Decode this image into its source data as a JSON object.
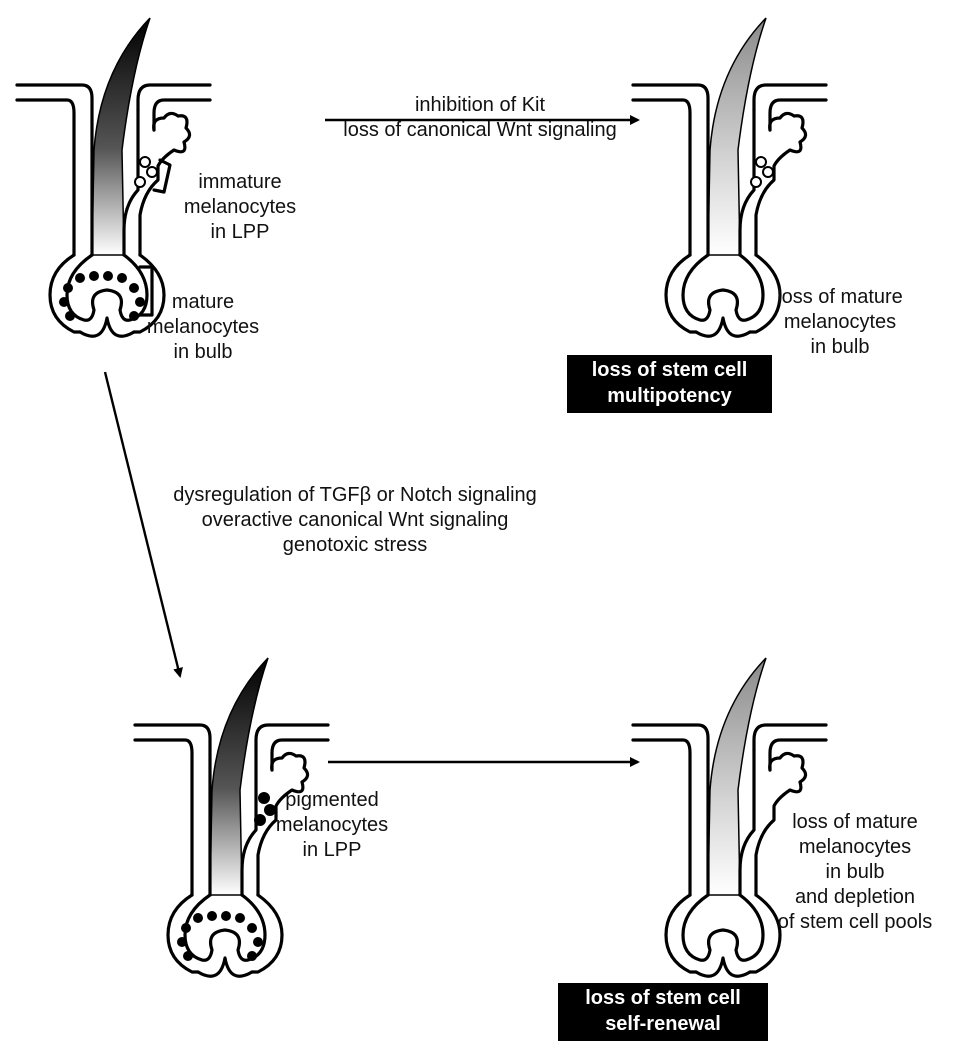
{
  "arrows": {
    "top_horizontal": {
      "line1": "inhibition of Kit",
      "line2": "loss of canonical Wnt signaling"
    },
    "diagonal": {
      "line1": "dysregulation of TGFβ or Notch signaling",
      "line2": "overactive canonical Wnt signaling",
      "line3": "genotoxic stress"
    }
  },
  "follicles": {
    "top_left": {
      "label_lpp": {
        "line1": "immature",
        "line2": "melanocytes",
        "line3": "in LPP"
      },
      "label_bulb": {
        "line1": "mature",
        "line2": "melanocytes",
        "line3": "in bulb"
      }
    },
    "top_right": {
      "label_bulb": {
        "line1": "loss of mature",
        "line2": "melanocytes",
        "line3": "in bulb"
      },
      "outcome": {
        "line1": "loss of stem cell",
        "line2": "multipotency"
      }
    },
    "bottom_left": {
      "label_lpp": {
        "line1": "pigmented",
        "line2": "melanocytes",
        "line3": "in LPP"
      }
    },
    "bottom_right": {
      "label_bulb": {
        "line1": "loss of mature",
        "line2": "melanocytes",
        "line3": "in bulb",
        "line4": "and depletion",
        "line5": "of stem cell pools"
      },
      "outcome": {
        "line1": "loss of stem cell",
        "line2": "self-renewal"
      }
    }
  },
  "colors": {
    "shaft_dark": "#111111",
    "shaft_light": "#9a9a9a",
    "ink": "#000000",
    "background": "#ffffff"
  }
}
